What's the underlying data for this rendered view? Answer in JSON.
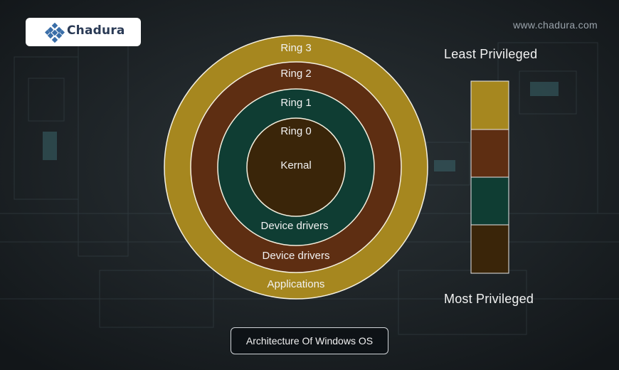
{
  "brand": {
    "logo_text": "Chadura",
    "website": "www.chadura.com"
  },
  "rings": [
    {
      "name": "Ring 3",
      "bottom_label": "Applications",
      "color": "#a6871f"
    },
    {
      "name": "Ring 2",
      "bottom_label": "Device drivers",
      "color": "#5e2e12"
    },
    {
      "name": "Ring 1",
      "bottom_label": "Device drivers",
      "color": "#0f3d33"
    },
    {
      "name": "Ring 0",
      "center_label": "Kernal",
      "color": "#3a2509"
    }
  ],
  "legend": {
    "top_label": "Least Privileged",
    "bottom_label": "Most Privileged"
  },
  "caption": "Architecture Of Windows OS"
}
